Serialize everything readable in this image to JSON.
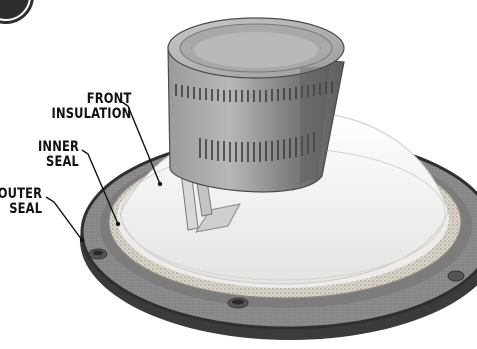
{
  "labels": {
    "front_insulation": {
      "line1": "FRONT",
      "line2": "INSULATION"
    },
    "inner_seal": {
      "line1": "INNER",
      "line2": "SEAL"
    },
    "outer_seal": {
      "line1": "OUTER",
      "line2": "SEAL"
    }
  },
  "colors": {
    "background": "#ffffff",
    "outer_ring": "#6b6b6b",
    "outer_ring_dark": "#3d3d3d",
    "gasket": "#8a8a8a",
    "inner_seal_band": "#cfcac0",
    "dome": "#f4f4f2",
    "magnet_can": "#8e8e8e",
    "label_text": "#111111"
  },
  "icons": {
    "corner_badge": "dark-circle-corner"
  }
}
